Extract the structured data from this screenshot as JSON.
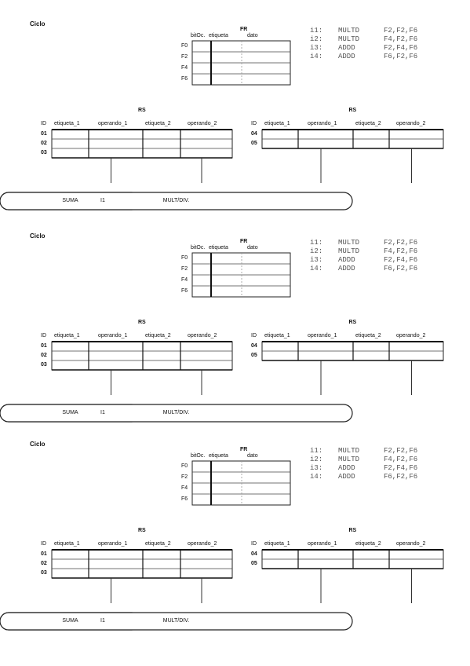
{
  "blocks": [
    {
      "ciclo": "Ciclo",
      "fr": {
        "title": "FR",
        "headers": [
          "bitOc.",
          "etiqueta",
          "dato"
        ],
        "rows": [
          "F0",
          "F2",
          "F4",
          "F6"
        ]
      },
      "instructions": [
        {
          "id": "i1:",
          "op": "MULTD",
          "args": "F2,F2,F6"
        },
        {
          "id": "i2:",
          "op": "MULTD",
          "args": "F4,F2,F6"
        },
        {
          "id": "i3:",
          "op": "ADDD",
          "args": "F2,F4,F6"
        },
        {
          "id": "i4:",
          "op": "ADDD",
          "args": "F6,F2,F6"
        }
      ],
      "rs_left": {
        "title": "RS",
        "headers": [
          "ID",
          "etiqueta_1",
          "operando_1",
          "etiqueta_2",
          "operando_2"
        ],
        "rows": [
          "01",
          "02",
          "03"
        ],
        "unit": "SUMA",
        "unit_prefix": "I1"
      },
      "rs_right": {
        "title": "RS",
        "headers": [
          "ID",
          "etiqueta_1",
          "operando_1",
          "etiqueta_2",
          "operando_2"
        ],
        "rows": [
          "04",
          "05"
        ],
        "unit": "MULT/DIV."
      }
    },
    {
      "ciclo": "Ciclo",
      "fr": {
        "title": "FR",
        "headers": [
          "bitOc.",
          "etiqueta",
          "dato"
        ],
        "rows": [
          "F0",
          "F2",
          "F4",
          "F6"
        ]
      },
      "instructions": [
        {
          "id": "i1:",
          "op": "MULTD",
          "args": "F2,F2,F6"
        },
        {
          "id": "i2:",
          "op": "MULTD",
          "args": "F4,F2,F6"
        },
        {
          "id": "i3:",
          "op": "ADDD",
          "args": "F2,F4,F6"
        },
        {
          "id": "i4:",
          "op": "ADDD",
          "args": "F6,F2,F6"
        }
      ],
      "rs_left": {
        "title": "RS",
        "headers": [
          "ID",
          "etiqueta_1",
          "operando_1",
          "etiqueta_2",
          "operando_2"
        ],
        "rows": [
          "01",
          "02",
          "03"
        ],
        "unit": "SUMA",
        "unit_prefix": "I1"
      },
      "rs_right": {
        "title": "RS",
        "headers": [
          "ID",
          "etiqueta_1",
          "operando_1",
          "etiqueta_2",
          "operando_2"
        ],
        "rows": [
          "04",
          "05"
        ],
        "unit": "MULT/DIV."
      }
    },
    {
      "ciclo": "Ciclo",
      "fr": {
        "title": "FR",
        "headers": [
          "bitOc.",
          "etiqueta",
          "dato"
        ],
        "rows": [
          "F0",
          "F2",
          "F4",
          "F6"
        ]
      },
      "instructions": [
        {
          "id": "i1:",
          "op": "MULTD",
          "args": "F2,F2,F6"
        },
        {
          "id": "i2:",
          "op": "MULTD",
          "args": "F4,F2,F6"
        },
        {
          "id": "i3:",
          "op": "ADDD",
          "args": "F2,F4,F6"
        },
        {
          "id": "i4:",
          "op": "ADDD",
          "args": "F6,F2,F6"
        }
      ],
      "rs_left": {
        "title": "RS",
        "headers": [
          "ID",
          "etiqueta_1",
          "operando_1",
          "etiqueta_2",
          "operando_2"
        ],
        "rows": [
          "01",
          "02",
          "03"
        ],
        "unit": "SUMA",
        "unit_prefix": "I1"
      },
      "rs_right": {
        "title": "RS",
        "headers": [
          "ID",
          "etiqueta_1",
          "operando_1",
          "etiqueta_2",
          "operando_2"
        ],
        "rows": [
          "04",
          "05"
        ],
        "unit": "MULT/DIV."
      }
    }
  ]
}
